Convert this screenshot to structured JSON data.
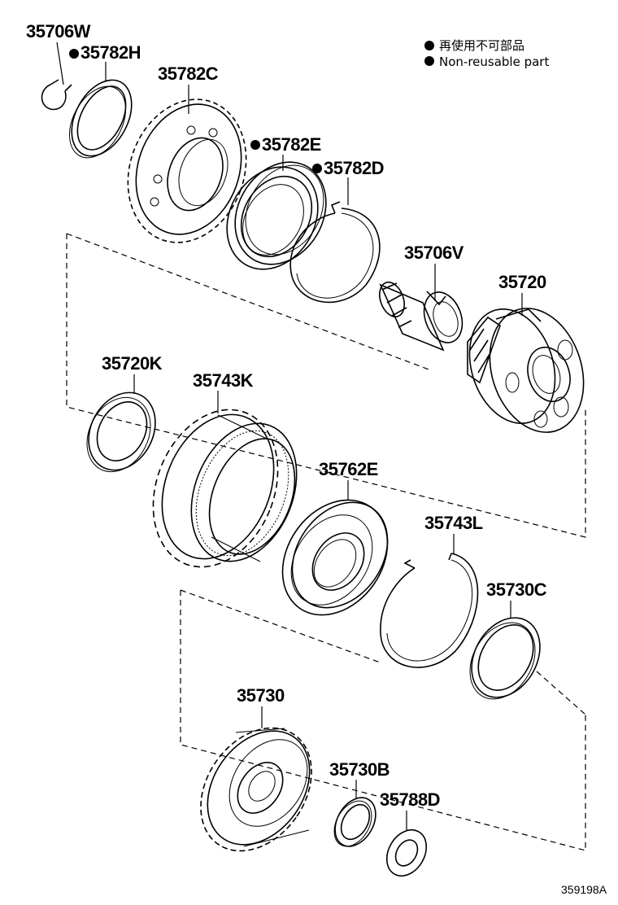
{
  "legend": {
    "ja": "再使用不可部品",
    "en": "Non-reusable part"
  },
  "diagram_code": "359198A",
  "parts": [
    {
      "key": "p35706W",
      "number": "35706W",
      "non_reusable": false
    },
    {
      "key": "p35782H",
      "number": "35782H",
      "non_reusable": true
    },
    {
      "key": "p35782C",
      "number": "35782C",
      "non_reusable": false
    },
    {
      "key": "p35782E",
      "number": "35782E",
      "non_reusable": true
    },
    {
      "key": "p35782D",
      "number": "35782D",
      "non_reusable": true
    },
    {
      "key": "p35706V",
      "number": "35706V",
      "non_reusable": false
    },
    {
      "key": "p35720",
      "number": "35720",
      "non_reusable": false
    },
    {
      "key": "p35720K",
      "number": "35720K",
      "non_reusable": false
    },
    {
      "key": "p35743K",
      "number": "35743K",
      "non_reusable": false
    },
    {
      "key": "p35762E",
      "number": "35762E",
      "non_reusable": false
    },
    {
      "key": "p35743L",
      "number": "35743L",
      "non_reusable": false
    },
    {
      "key": "p35730C",
      "number": "35730C",
      "non_reusable": false
    },
    {
      "key": "p35730",
      "number": "35730",
      "non_reusable": false
    },
    {
      "key": "p35730B",
      "number": "35730B",
      "non_reusable": false
    },
    {
      "key": "p35788D",
      "number": "35788D",
      "non_reusable": false
    }
  ]
}
